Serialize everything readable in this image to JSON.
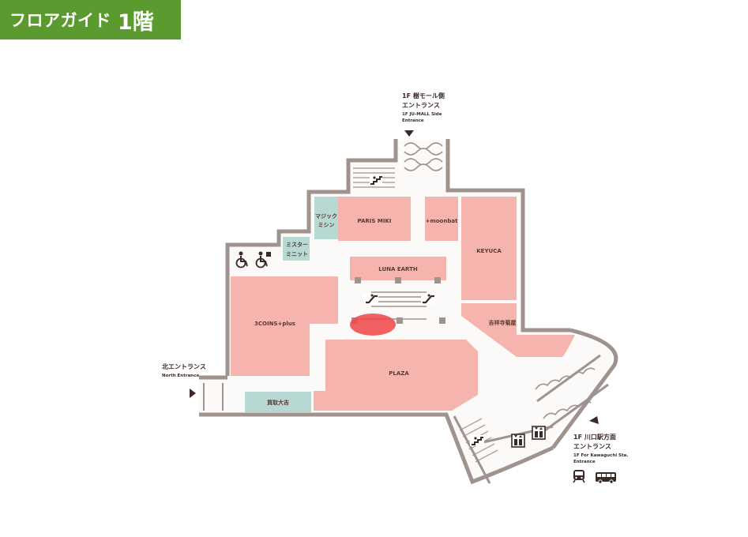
{
  "header": {
    "title": "フロアガイド",
    "floor": "1階"
  },
  "colors": {
    "badge": "#5b9a2e",
    "shop_pink": "#f5b5ae",
    "shop_teal": "#b8d8d4",
    "wall": "#a0938d",
    "highlight": "#ef4a4a"
  },
  "shops": {
    "paris_miki": "PARIS MIKI",
    "moonbat": "+moonbat",
    "keyuca": "KEYUCA",
    "magic_line1": "マジック",
    "magic_line2": "ミシン",
    "mister_line1": "ミスター",
    "mister_line2": "ミニット",
    "luna_earth": "LUNA EARTH",
    "three_coins": "3COINS+plus",
    "yoshinoya": "吉祥寺菊屋",
    "plaza": "PLAZA",
    "kaitori": "買取大吉"
  },
  "entrances": {
    "top_ja_1": "1F 樹モール側",
    "top_ja_2": "エントランス",
    "top_en_1": "1F JU-MALL Side",
    "top_en_2": "Entrance",
    "north_ja": "北エントランス",
    "north_en": "North Entrance",
    "station_ja_1": "1F 川口駅方面",
    "station_ja_2": "エントランス",
    "station_en_1": "1F For Kawaguchi Sta.",
    "station_en_2": "Entrance"
  },
  "icons": {
    "wheelchair": "wheelchair-icon",
    "accessible_toilet": "accessible-toilet-icon",
    "stairs": "stairs-icon",
    "escalator": "escalator-icon",
    "elevator": "elevator-icon",
    "train": "train-icon",
    "bus": "bus-icon"
  }
}
